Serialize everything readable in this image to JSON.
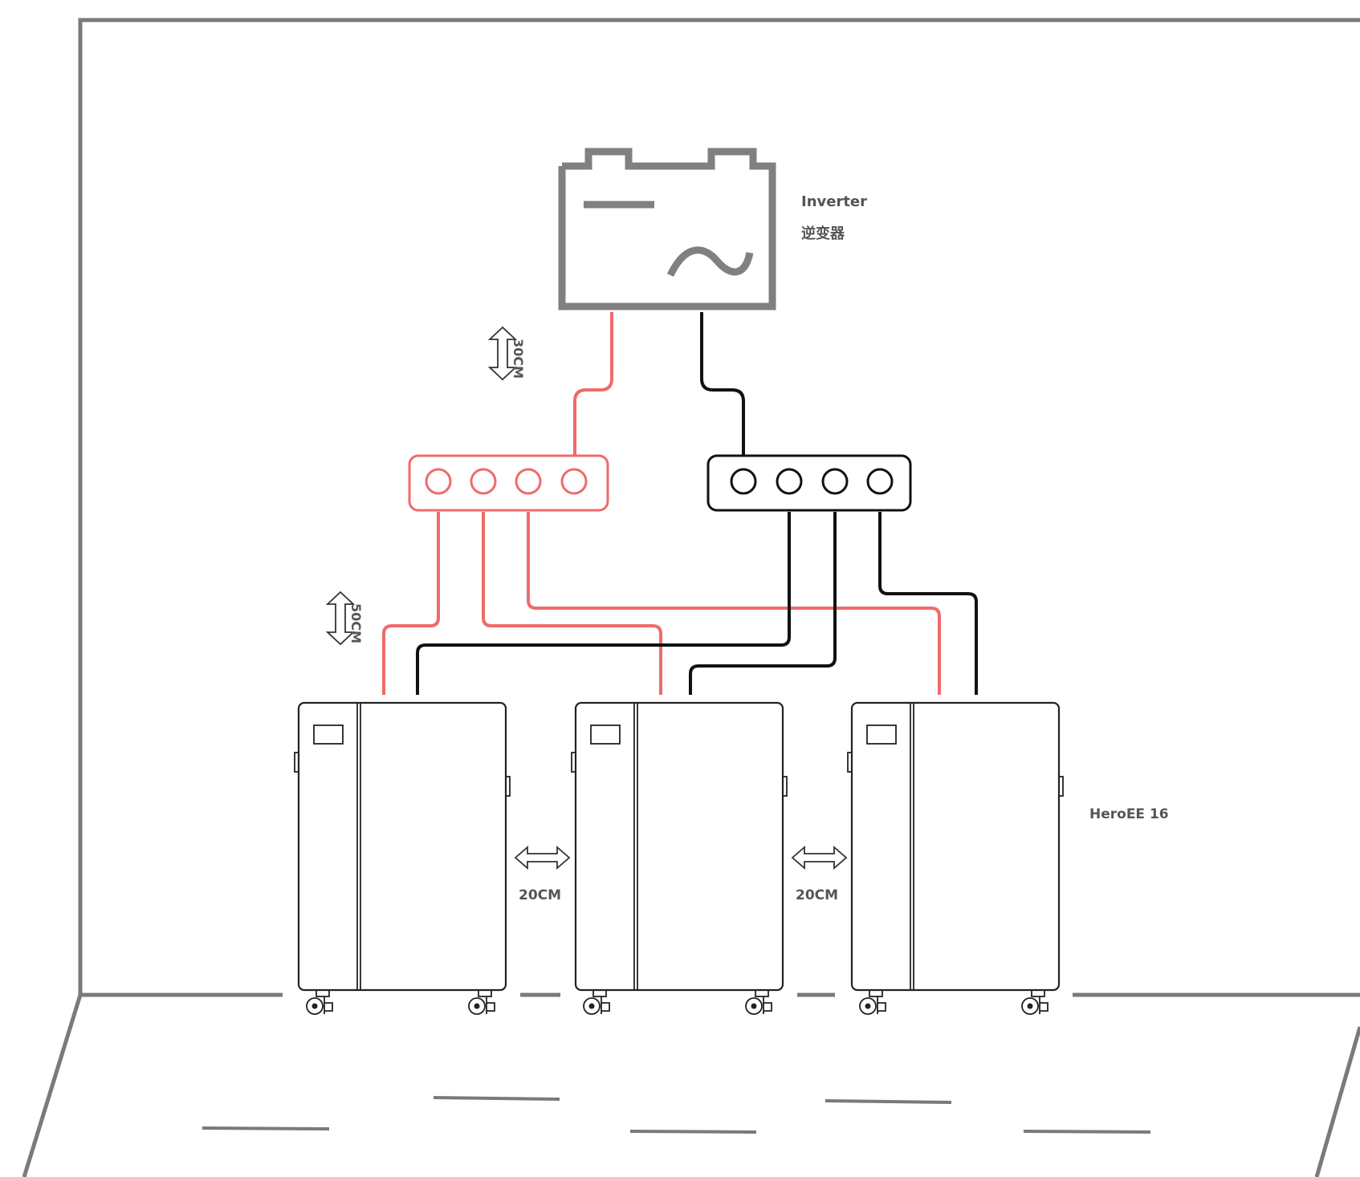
{
  "inverter": {
    "label_en": "Inverter",
    "label_cn": "逆变器",
    "icon": "inverter-battery-icon"
  },
  "battery": {
    "label": "HeroEE 16",
    "count": 3
  },
  "spacing": {
    "battery_gap_1": "20CM",
    "battery_gap_2": "20CM",
    "inverter_to_busbar": "30CM",
    "busbar_to_battery": "50CM"
  },
  "busbars": {
    "positive": {
      "color": "#f06a6a",
      "terminals": 4
    },
    "negative": {
      "color": "#111111",
      "terminals": 4
    }
  },
  "colors": {
    "positive_cable": "#f06a6a",
    "negative_cable": "#111111",
    "room_outline": "#7a7a7a"
  }
}
